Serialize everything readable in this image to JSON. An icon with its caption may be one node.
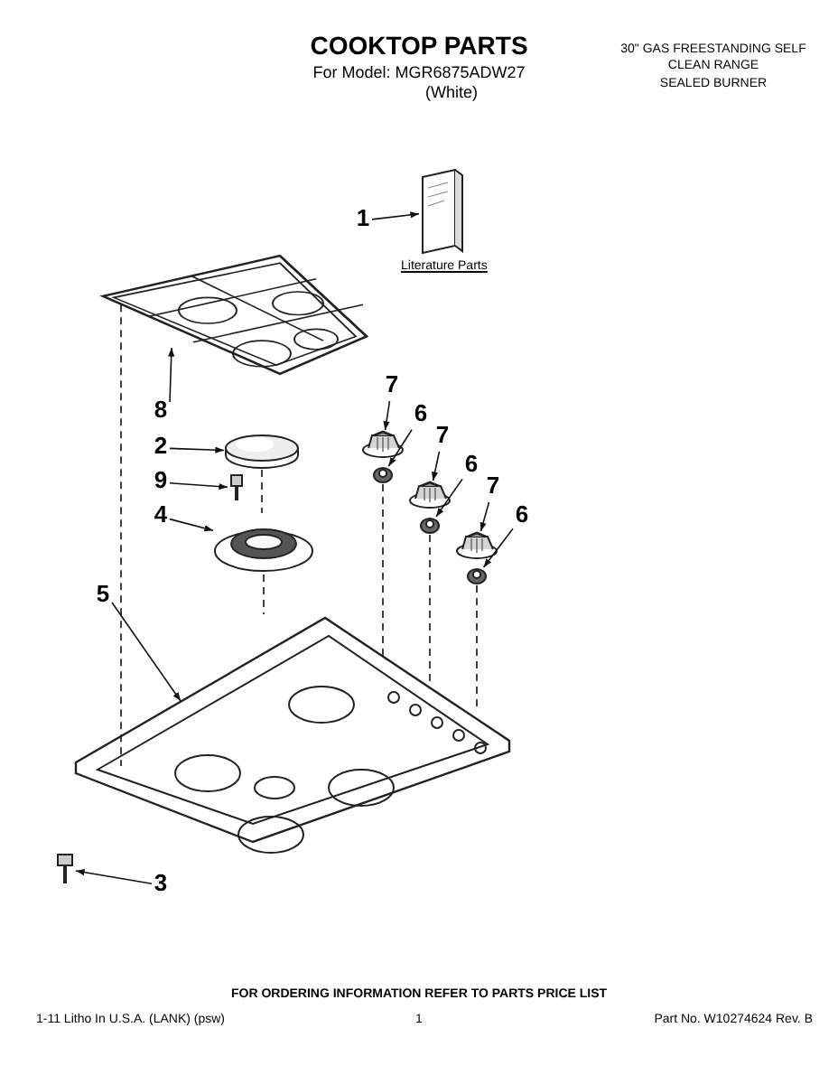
{
  "diagram": {
    "title": "COOKTOP PARTS",
    "nodes": [
      {
        "text": [
          "1"
        ]
      },
      {
        "text": [],
        "shape": "picture",
        "beside": [
          "Literature Parts"
        ]
      },
      {
        "text": [
          "8"
        ]
      },
      {
        "text": [],
        "shape": "picture"
      },
      {
        "text": [
          "2"
        ]
      },
      {
        "text": [],
        "shape": "picture"
      },
      {
        "text": [
          "9"
        ]
      },
      {
        "text": [],
        "shape": "picture"
      },
      {
        "text": [
          "4"
        ]
      },
      {
        "text": [],
        "shape": "picture"
      },
      {
        "text": [
          "7"
        ]
      },
      {
        "text": [],
        "shape": "knob"
      },
      {
        "text": [
          "6"
        ]
      },
      {
        "text": [],
        "shape": "picture"
      },
      {
        "text": [
          "7"
        ]
      },
      {
        "text": [],
        "shape": "knob"
      },
      {
        "text": [
          "6"
        ]
      },
      {
        "text": [],
        "shape": "picture"
      },
      {
        "text": [
          "7"
        ]
      },
      {
        "text": [],
        "shape": "knob"
      },
      {
        "text": [
          "6"
        ]
      },
      {
        "text": [],
        "shape": "picture"
      },
      {
        "text": [
          "5"
        ]
      },
      {
        "text": [],
        "shape": "picture"
      },
      {
        "text": [
          "3"
        ]
      },
      {
        "text": [],
        "shape": "picture"
      }
    ],
    "edges": [
      {
        "from": 0,
        "to": 1,
        "arrow": "to"
      },
      {
        "from": 2,
        "to": 3,
        "arrow": "to"
      },
      {
        "from": 4,
        "to": 5,
        "arrow": "to"
      },
      {
        "from": 6,
        "to": 7,
        "arrow": "to"
      },
      {
        "from": 8,
        "to": 9,
        "arrow": "to"
      },
      {
        "from": 10,
        "to": 11,
        "arrow": "to"
      },
      {
        "from": 12,
        "to": 13,
        "arrow": "to"
      },
      {
        "from": 14,
        "to": 15,
        "arrow": "to"
      },
      {
        "from": 16,
        "to": 17,
        "arrow": "to"
      },
      {
        "from": 18,
        "to": 19,
        "arrow": "to"
      },
      {
        "from": 20,
        "to": 21,
        "arrow": "to"
      },
      {
        "from": 22,
        "to": 23,
        "arrow": "to"
      },
      {
        "from": 24,
        "to": 25,
        "arrow": "to"
      },
      {
        "from": 3,
        "to": 23,
        "arrow": "none",
        "style": "dashed"
      },
      {
        "from": 5,
        "to": 9,
        "arrow": "none",
        "style": "dashed"
      },
      {
        "from": 9,
        "to": 23,
        "arrow": "none",
        "style": "dashed"
      },
      {
        "from": 13,
        "to": 23,
        "arrow": "none",
        "style": "dashed"
      },
      {
        "from": 17,
        "to": 23,
        "arrow": "none",
        "style": "dashed"
      },
      {
        "from": 21,
        "to": 23,
        "arrow": "none",
        "style": "dashed"
      }
    ],
    "labels": [
      "For Model: MGR6875ADW27",
      "(White)",
      "30\" GAS FREESTANDING SELF CLEAN RANGE",
      "SEALED BURNER",
      "FOR ORDERING INFORMATION REFER TO PARTS PRICE LIST",
      "1-11 Litho In U.S.A. (LANK) (psw)",
      "1",
      "Part No. W10274624 Rev. B"
    ]
  }
}
